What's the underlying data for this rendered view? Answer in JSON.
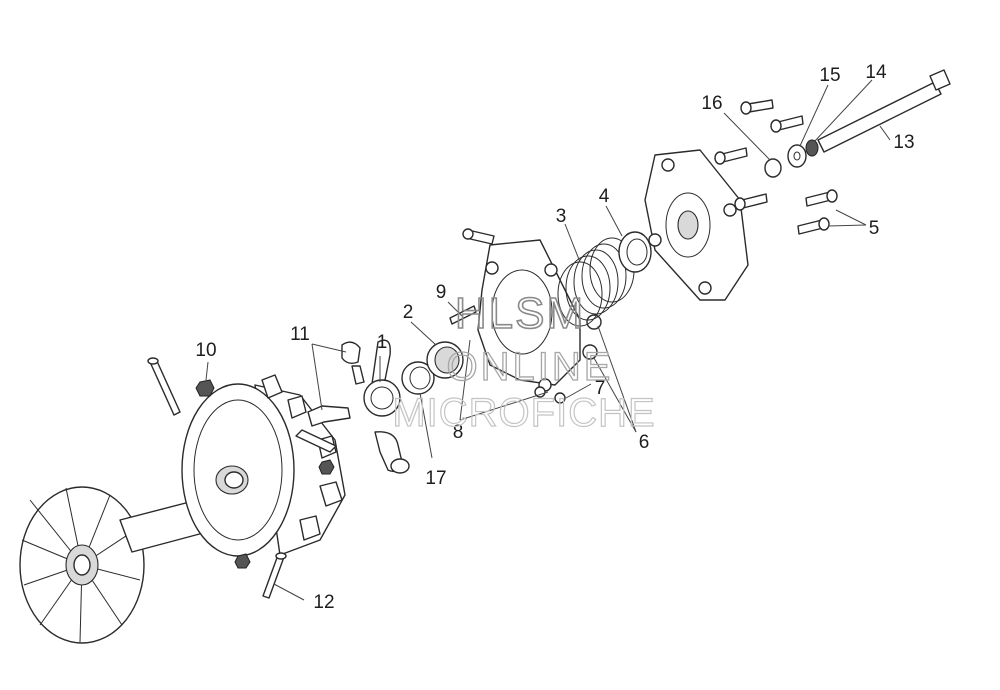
{
  "callouts": {
    "c1": "1",
    "c2": "2",
    "c3": "3",
    "c4": "4",
    "c5": "5",
    "c6": "6",
    "c7": "7",
    "c8": "8",
    "c9": "9",
    "c10": "10",
    "c11": "11",
    "c12": "12",
    "c13": "13",
    "c14": "14",
    "c15": "15",
    "c16": "16",
    "c17": "17"
  },
  "watermark": {
    "line1": "HLSM",
    "line2": "ONLINE",
    "line3": "MICROFICHE"
  }
}
